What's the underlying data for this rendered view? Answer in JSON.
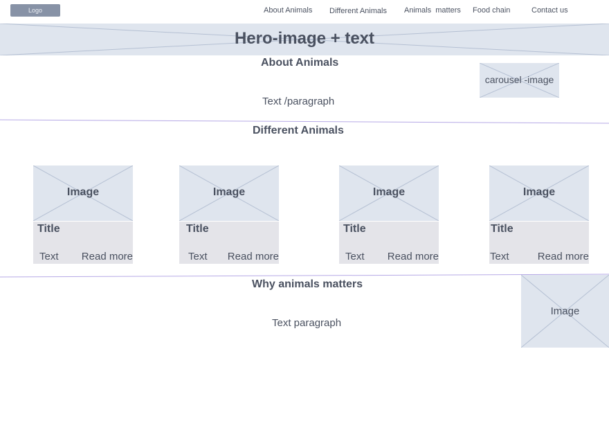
{
  "header": {
    "logo": "Logo",
    "nav": [
      "About Animals",
      "Different Animals",
      "Animals  matters",
      "Food chain",
      "Contact us"
    ]
  },
  "hero": {
    "label": "Hero-image + text"
  },
  "about": {
    "heading": "About Animals",
    "paragraph": "Text /paragraph",
    "carousel": "carousel -image"
  },
  "different": {
    "heading": "Different Animals",
    "cards": [
      {
        "image": "Image",
        "title": "Title",
        "text": "Text",
        "more": "Read more"
      },
      {
        "image": "Image",
        "title": "Title",
        "text": "Text",
        "more": "Read more"
      },
      {
        "image": "Image",
        "title": "Title",
        "text": "Text",
        "more": "Read more"
      },
      {
        "image": "Image",
        "title": "Title",
        "text": "Text",
        "more": "Read more"
      }
    ]
  },
  "why": {
    "heading": "Why animals matters",
    "paragraph": "Text paragraph",
    "image": "Image"
  },
  "colors": {
    "placeholder": "#dfe5ee",
    "divider": "#b6a9e6",
    "logo": "#8792a6",
    "text": "#4a5160"
  }
}
